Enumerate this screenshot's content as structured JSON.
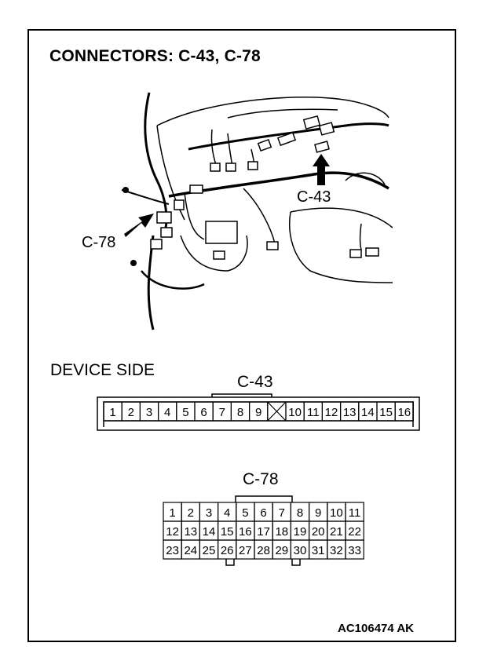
{
  "title": "CONNECTORS: C-43, C-78",
  "callouts": {
    "c43": "C-43",
    "c78": "C-78"
  },
  "device_side": "DEVICE SIDE",
  "connector_c43": {
    "label": "C-43",
    "pins_left": [
      "1",
      "2",
      "3",
      "4",
      "5",
      "6",
      "7",
      "8",
      "9"
    ],
    "pins_right": [
      "10",
      "11",
      "12",
      "13",
      "14",
      "15",
      "16"
    ]
  },
  "connector_c78": {
    "label": "C-78",
    "rows": [
      [
        "1",
        "2",
        "3",
        "4",
        "5",
        "6",
        "7",
        "8",
        "9",
        "10",
        "11"
      ],
      [
        "12",
        "13",
        "14",
        "15",
        "16",
        "17",
        "18",
        "19",
        "20",
        "21",
        "22"
      ],
      [
        "23",
        "24",
        "25",
        "26",
        "27",
        "28",
        "29",
        "30",
        "31",
        "32",
        "33"
      ]
    ]
  },
  "reference_code": "AC106474 AK"
}
